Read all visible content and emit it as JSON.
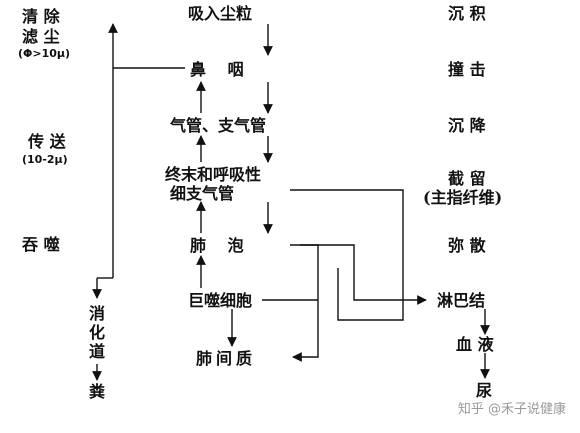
{
  "nodes": {
    "inhale_dust": "吸入尘粒",
    "nose_pharynx": "鼻 咽",
    "trachea_bronchi": "气管、支气管",
    "terminal_bronchiole_1": "终末和呼吸性",
    "terminal_bronchiole_2": "细支气管",
    "alveoli": "肺 泡",
    "macrophage": "巨噬细胞",
    "interstitium": "肺间质",
    "lymph_node": "淋巴结",
    "blood": "血 液",
    "urine": "尿",
    "digestive_tract": [
      "消",
      "化",
      "道"
    ],
    "feces": "粪"
  },
  "left_labels": {
    "clear_filter_1": "清 除",
    "clear_filter_2": "滤 尘",
    "clear_size": "(Φ>10μ)",
    "transport": "传 送",
    "transport_size": "(10-2μ)",
    "phagocytosis": "吞 噬"
  },
  "right_labels": {
    "deposition": "沉 积",
    "impaction": "撞 击",
    "sedimentation": "沉 降",
    "interception": "截 留",
    "interception_note": "(主指纤维)",
    "diffusion": "弥 散"
  },
  "watermark": "知乎 @禾子说健康",
  "colors": {
    "ink": "#111111",
    "watermark": "#9a9a9a",
    "background": "#ffffff"
  }
}
